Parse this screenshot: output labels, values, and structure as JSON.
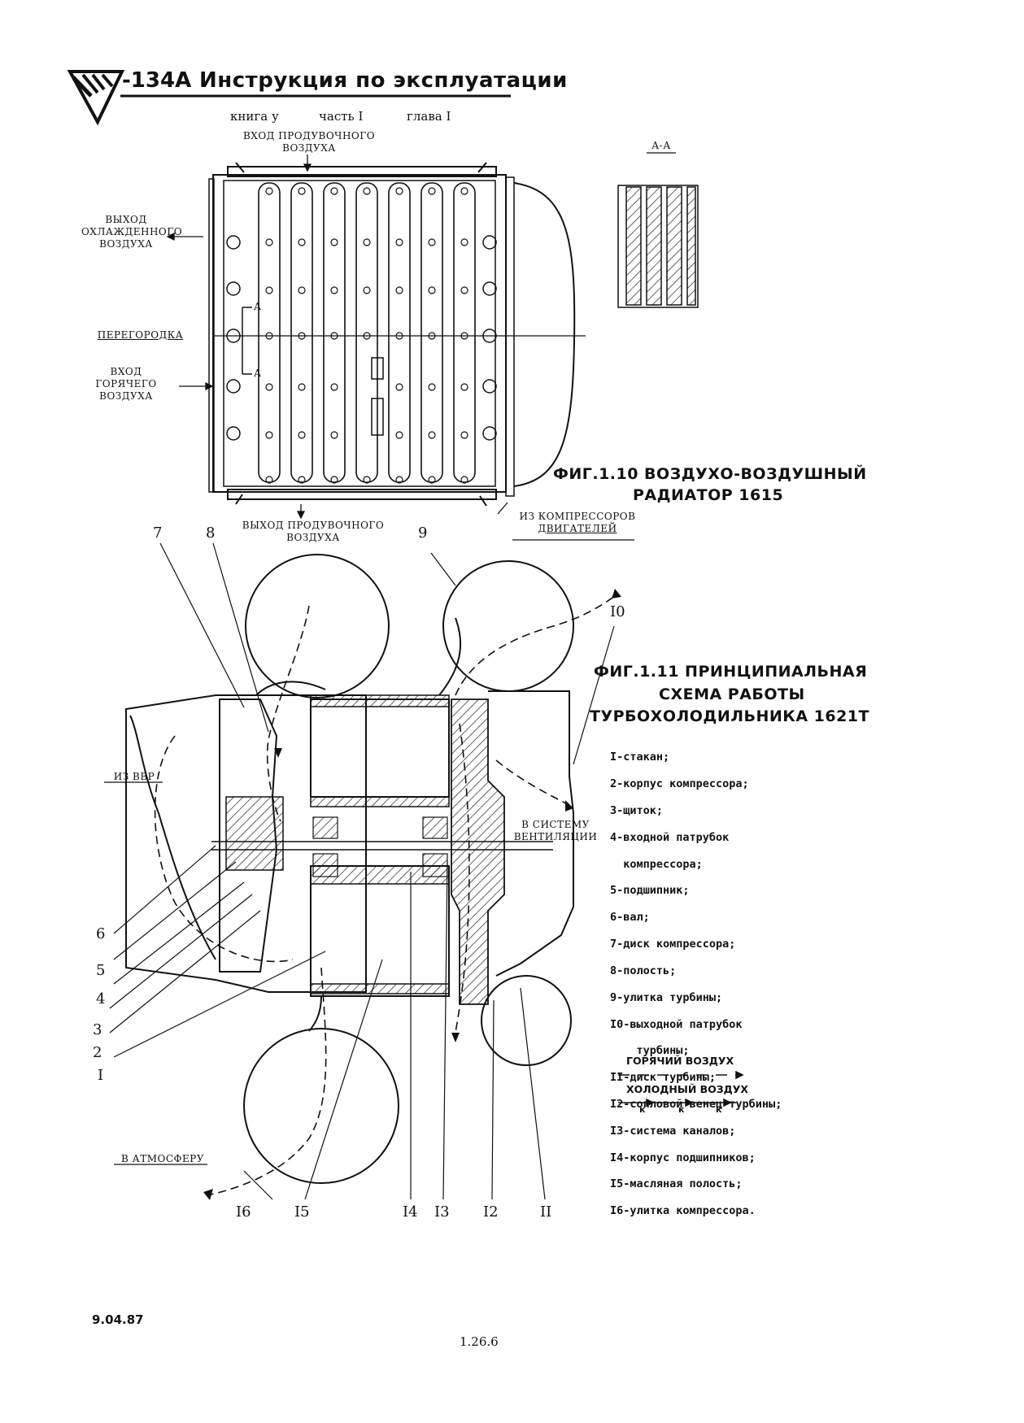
{
  "header": {
    "model_code": "-134А",
    "title": "Инструкция по эксплуатации",
    "book": "книга у",
    "part": "часть I",
    "chapter": "глава I"
  },
  "fig110": {
    "caption_line1": "ФИГ.1.10 ВОЗДУХО-ВОЗДУШНЫЙ",
    "caption_line2": "РАДИАТОР 1615",
    "section_label": "А-А",
    "section_marker": "А",
    "labels": {
      "purge_in_1": "ВХОД ПРОДУВОЧНОГО",
      "purge_in_2": "ВОЗДУХА",
      "cooled_out_1": "ВЫХОД",
      "cooled_out_2": "ОХЛАЖДЕННОГО",
      "cooled_out_3": "ВОЗДУХА",
      "partition": "ПЕРЕГОРОДКА",
      "hot_in_1": "ВХОД",
      "hot_in_2": "ГОРЯЧЕГО",
      "hot_in_3": "ВОЗДУХА",
      "purge_out_1": "ВЫХОД ПРОДУВОЧНОГО",
      "purge_out_2": "ВОЗДУХА"
    }
  },
  "fig111": {
    "caption_line1": "ФИГ.1.11 ПРИНЦИПИАЛЬНАЯ",
    "caption_line2": "СХЕМА РАБОТЫ",
    "caption_line3": "ТУРБОХОЛОДИЛЬНИКА 1621Т",
    "labels": {
      "from_comp_1": "ИЗ КОМПРЕССОРОВ",
      "from_comp_2": "ДВИГАТЕЛЕЙ",
      "from_vvr": "ИЗ ВВР",
      "to_vent_1": "В СИСТЕМУ",
      "to_vent_2": "ВЕНТИЛЯЦИИ",
      "to_atm": "В АТМОСФЕРУ"
    },
    "callouts": {
      "c7": "7",
      "c8": "8",
      "c9": "9",
      "c10": "I0",
      "c6": "6",
      "c5": "5",
      "c4": "4",
      "c3": "3",
      "c2": "2",
      "c1": "I",
      "c16": "I6",
      "c15": "I5",
      "c14": "I4",
      "c13": "I3",
      "c12": "I2",
      "c11": "II"
    },
    "parts_list": [
      "I-стакан;",
      "2-корпус компрессора;",
      "3-щиток;",
      "4-входной патрубок",
      "  компрессора;",
      "5-подшипник;",
      "6-вал;",
      "7-диск компрессора;",
      "8-полость;",
      "9-улитка турбины;",
      "I0-выходной патрубок",
      "    турбины;",
      "II-диск турбины;",
      "I2-сопловой венец турбины;",
      "I3-система каналов;",
      "I4-корпус подшипников;",
      "I5-масляная полость;",
      "I6-улитка компрессора."
    ],
    "legend": {
      "hot_air": "ГОРЯЧИЙ ВОЗДУХ",
      "cold_air": "ХОЛОДНЫЙ ВОЗДУХ",
      "cold_marker": "к"
    }
  },
  "footer": {
    "date": "9.04.87",
    "page": "1.26.6"
  }
}
